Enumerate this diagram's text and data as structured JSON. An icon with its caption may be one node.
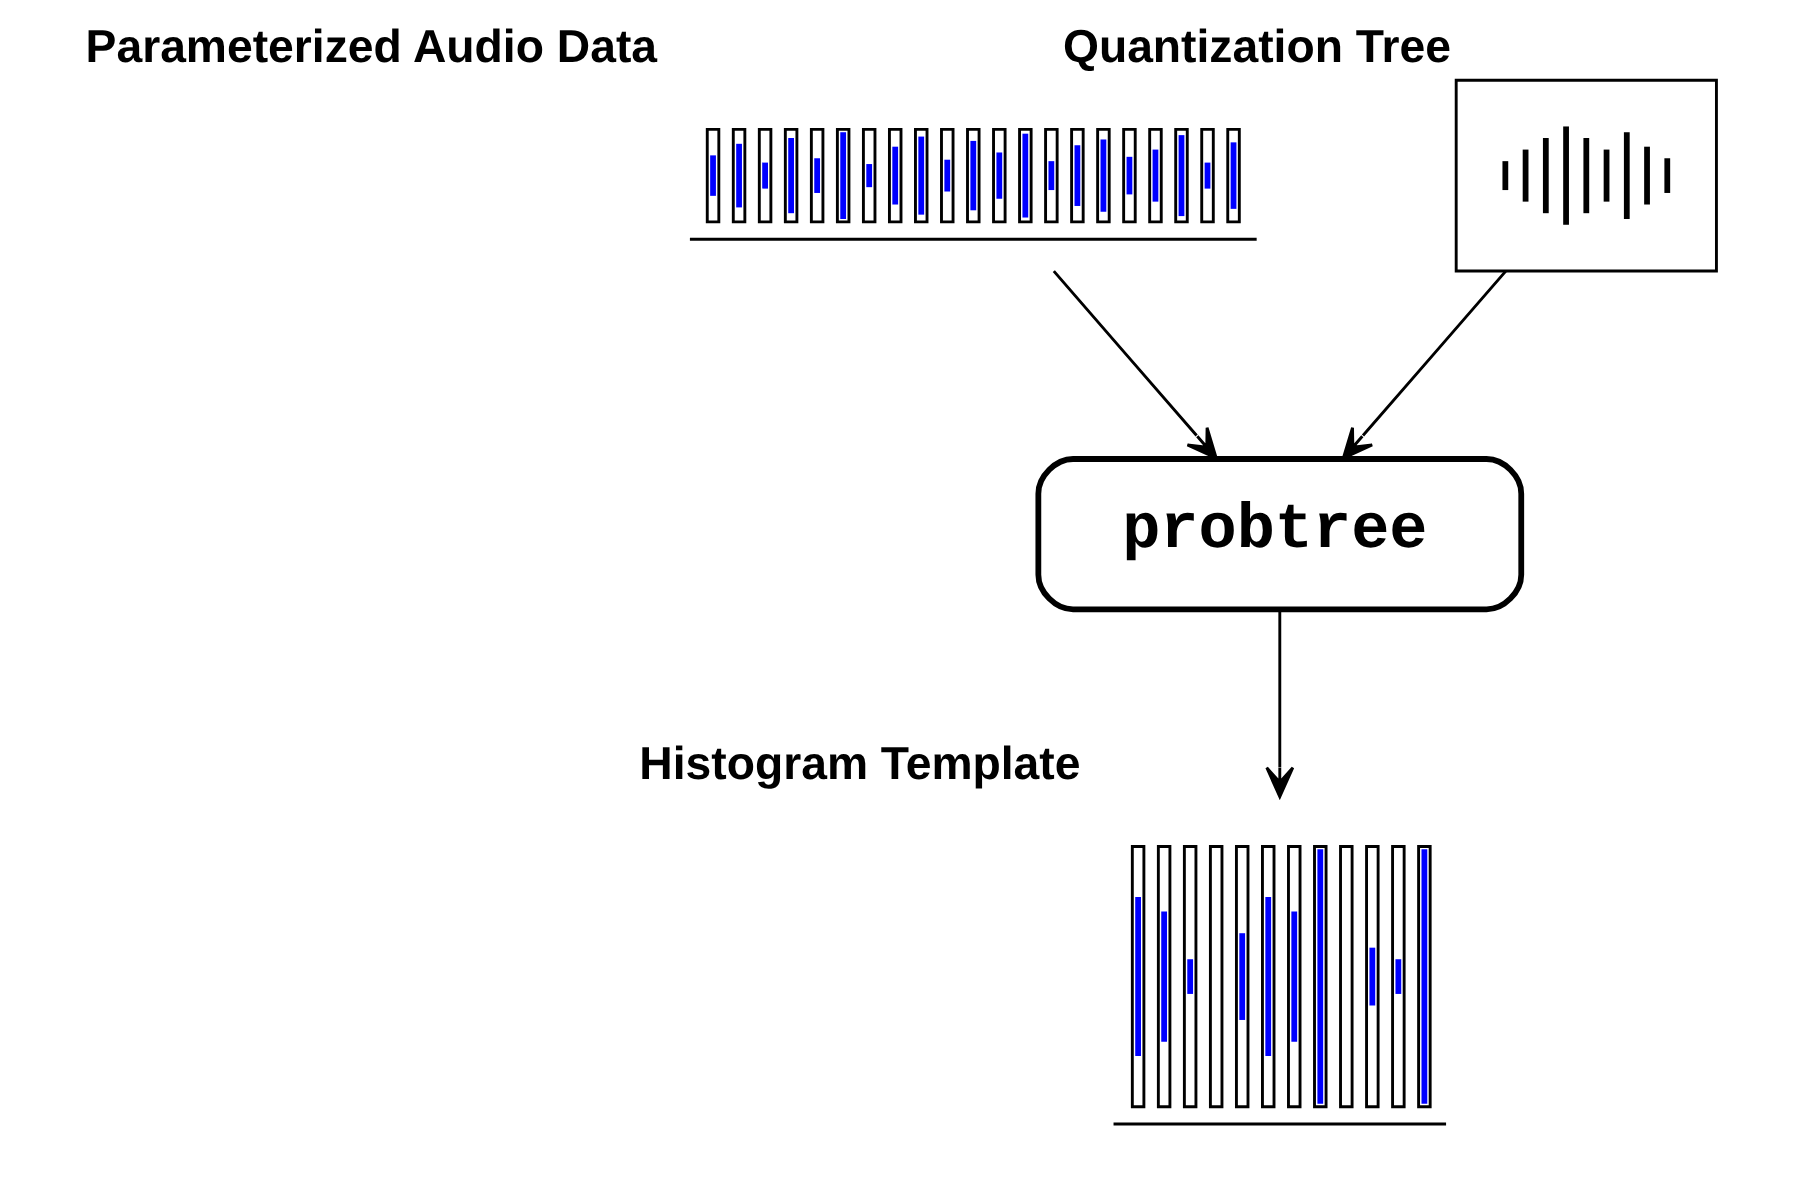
{
  "diagram": {
    "nodes": [
      {
        "text": [],
        "shape": "picture",
        "beside": [
          "Parameterized Audio Data"
        ]
      },
      {
        "text": [],
        "shape": "picture",
        "beside": [
          "Quantization Tree"
        ]
      },
      {
        "text": [
          "probtree"
        ]
      },
      {
        "text": [],
        "shape": "picture",
        "beside": [
          "Histogram Template"
        ]
      }
    ],
    "edges": [
      {
        "from": 0,
        "to": 2,
        "arrow": "to"
      },
      {
        "from": 1,
        "to": 2,
        "arrow": "to"
      },
      {
        "from": 2,
        "to": 3,
        "arrow": "to"
      }
    ]
  }
}
